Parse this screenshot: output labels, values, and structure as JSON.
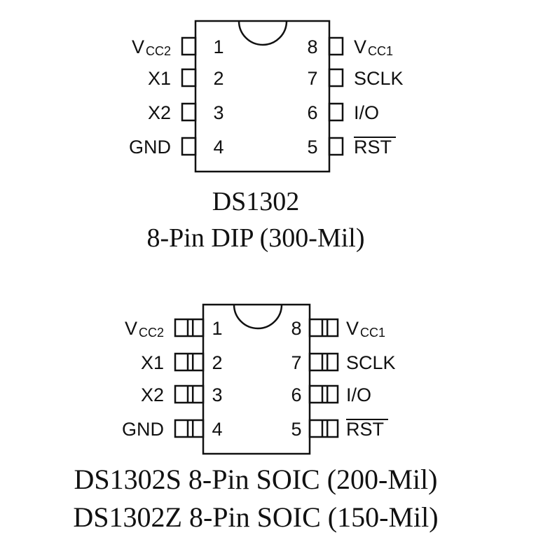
{
  "dip": {
    "left_pins": [
      {
        "num": "1",
        "label": "V",
        "sub": "CC2"
      },
      {
        "num": "2",
        "label": "X1"
      },
      {
        "num": "3",
        "label": "X2"
      },
      {
        "num": "4",
        "label": "GND"
      }
    ],
    "right_pins": [
      {
        "num": "8",
        "label": "V",
        "sub": "CC1"
      },
      {
        "num": "7",
        "label": "SCLK"
      },
      {
        "num": "6",
        "label": "I/O"
      },
      {
        "num": "5",
        "label": "RST",
        "overline": true
      }
    ],
    "title": "DS1302",
    "subtitle": "8-Pin DIP (300-Mil)"
  },
  "soic": {
    "left_pins": [
      {
        "num": "1",
        "label": "V",
        "sub": "CC2"
      },
      {
        "num": "2",
        "label": "X1"
      },
      {
        "num": "3",
        "label": "X2"
      },
      {
        "num": "4",
        "label": "GND"
      }
    ],
    "right_pins": [
      {
        "num": "8",
        "label": "V",
        "sub": "CC1"
      },
      {
        "num": "7",
        "label": "SCLK"
      },
      {
        "num": "6",
        "label": "I/O"
      },
      {
        "num": "5",
        "label": "RST",
        "overline": true
      }
    ],
    "caption_line1": "DS1302S 8-Pin SOIC (200-Mil)",
    "caption_line2": "DS1302Z 8-Pin SOIC (150-Mil)"
  }
}
